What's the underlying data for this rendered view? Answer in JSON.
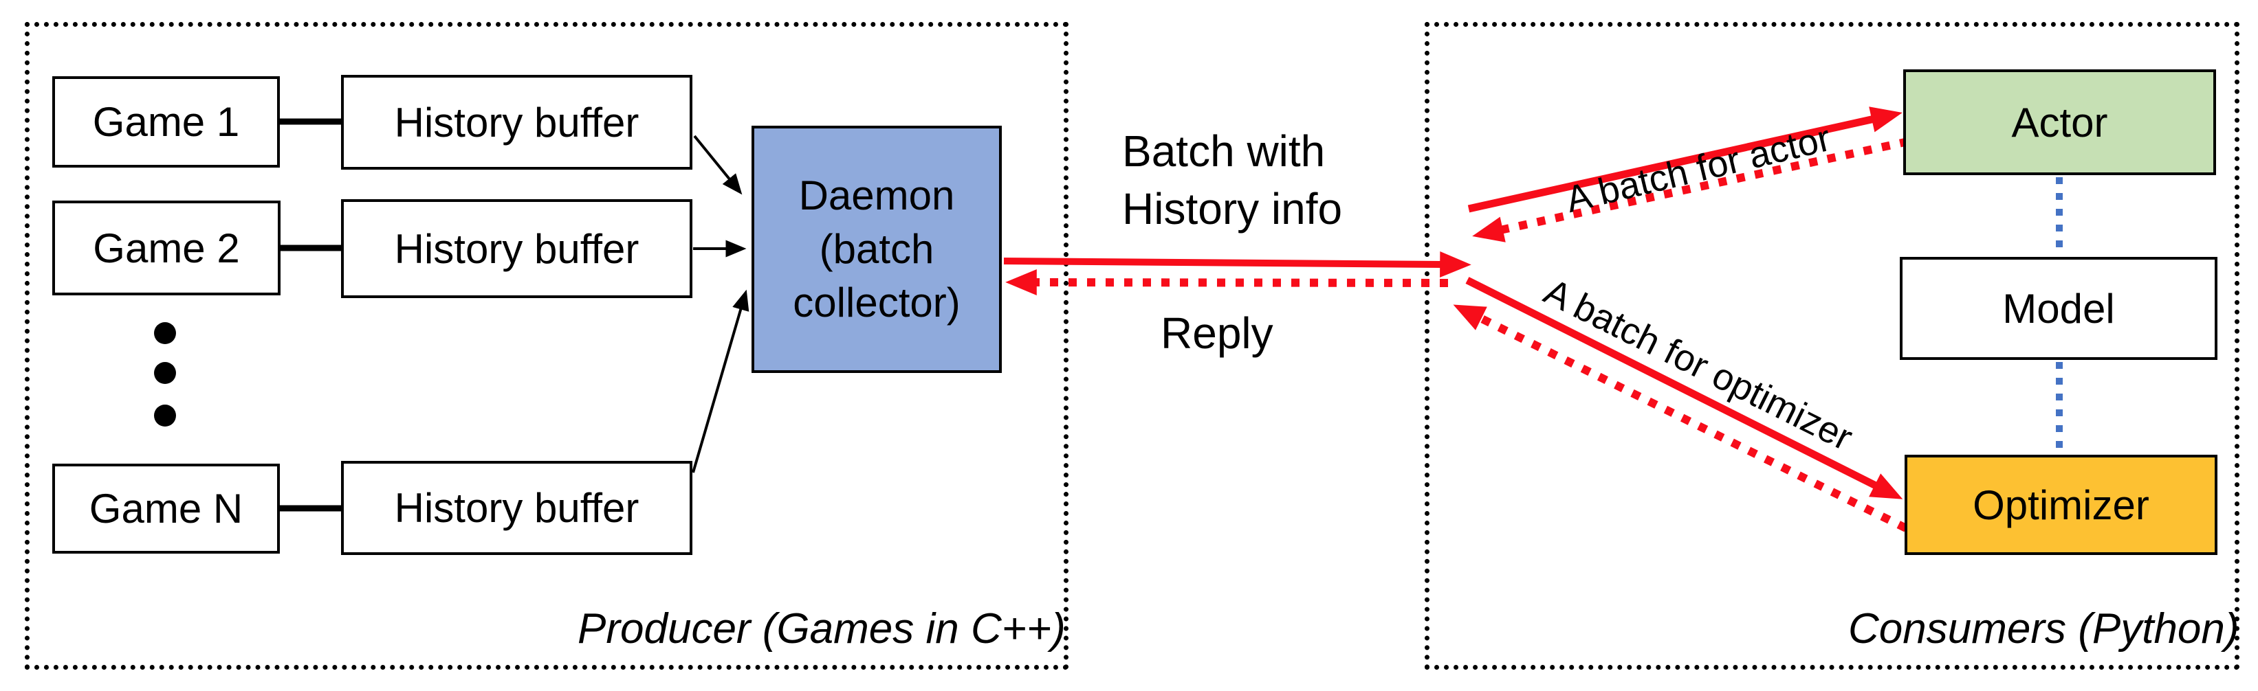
{
  "diagram": {
    "producer": {
      "label": "Producer (Games in C++)",
      "games": [
        {
          "name": "Game 1",
          "buffer": "History buffer"
        },
        {
          "name": "Game 2",
          "buffer": "History buffer"
        },
        {
          "name": "Game N",
          "buffer": "History buffer"
        }
      ],
      "daemon": {
        "line1": "Daemon",
        "line2": "(batch",
        "line3": "collector)"
      }
    },
    "channel": {
      "request_line1": "Batch with",
      "request_line2": "History info",
      "reply_label": "Reply"
    },
    "consumers": {
      "label": "Consumers (Python)",
      "actor_label": "Actor",
      "model_label": "Model",
      "optimizer_label": "Optimizer",
      "actor_batch_label": "A batch for actor",
      "optimizer_batch_label": "A batch for optimizer"
    },
    "colors": {
      "arrow_red": "#F70D1A",
      "daemon_fill": "#8FAADC",
      "actor_fill": "#C6E0B4",
      "optimizer_fill": "#FDC132",
      "model_link_blue": "#4472C4",
      "line_black": "#000000"
    }
  }
}
